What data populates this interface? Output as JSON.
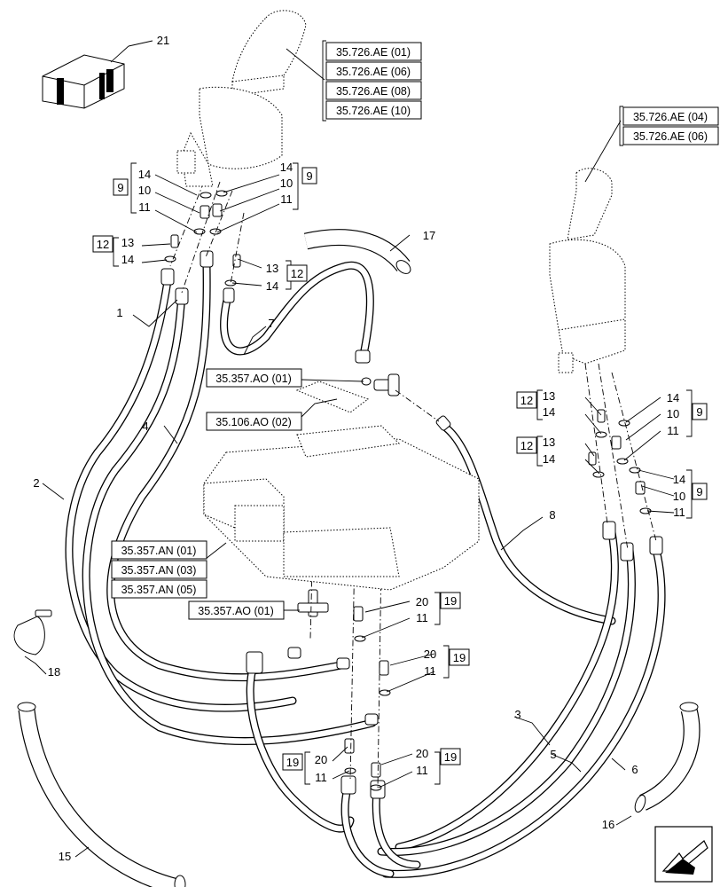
{
  "callouts": [
    {
      "id": "c21",
      "text": "21"
    },
    {
      "id": "c9a",
      "text": "9"
    },
    {
      "id": "c14a",
      "text": "14"
    },
    {
      "id": "c10a",
      "text": "10"
    },
    {
      "id": "c11a",
      "text": "11"
    },
    {
      "id": "c14b",
      "text": "14"
    },
    {
      "id": "c10b",
      "text": "10"
    },
    {
      "id": "c11b",
      "text": "11"
    },
    {
      "id": "c9b",
      "text": "9"
    },
    {
      "id": "c12a",
      "text": "12"
    },
    {
      "id": "c13a",
      "text": "13"
    },
    {
      "id": "c14c",
      "text": "14"
    },
    {
      "id": "c13b",
      "text": "13"
    },
    {
      "id": "c14d",
      "text": "14"
    },
    {
      "id": "c12b",
      "text": "12"
    },
    {
      "id": "c17",
      "text": "17"
    },
    {
      "id": "c1",
      "text": "1"
    },
    {
      "id": "c7",
      "text": "7"
    },
    {
      "id": "c4",
      "text": "4"
    },
    {
      "id": "c2",
      "text": "2"
    },
    {
      "id": "c12c",
      "text": "12"
    },
    {
      "id": "c13c",
      "text": "13"
    },
    {
      "id": "c14e",
      "text": "14"
    },
    {
      "id": "c14f",
      "text": "14"
    },
    {
      "id": "c10c",
      "text": "10"
    },
    {
      "id": "c11c",
      "text": "11"
    },
    {
      "id": "c9c",
      "text": "9"
    },
    {
      "id": "c12d",
      "text": "12"
    },
    {
      "id": "c13d",
      "text": "13"
    },
    {
      "id": "c14g",
      "text": "14"
    },
    {
      "id": "c14h",
      "text": "14"
    },
    {
      "id": "c10d",
      "text": "10"
    },
    {
      "id": "c11d",
      "text": "11"
    },
    {
      "id": "c9d",
      "text": "9"
    },
    {
      "id": "c8",
      "text": "8"
    },
    {
      "id": "c20a",
      "text": "20"
    },
    {
      "id": "c11e",
      "text": "11"
    },
    {
      "id": "c19a",
      "text": "19"
    },
    {
      "id": "c20b",
      "text": "20"
    },
    {
      "id": "c11f",
      "text": "11"
    },
    {
      "id": "c19b",
      "text": "19"
    },
    {
      "id": "c18",
      "text": "18"
    },
    {
      "id": "c3",
      "text": "3"
    },
    {
      "id": "c5",
      "text": "5"
    },
    {
      "id": "c6",
      "text": "6"
    },
    {
      "id": "c19c",
      "text": "19"
    },
    {
      "id": "c20c",
      "text": "20"
    },
    {
      "id": "c11g",
      "text": "11"
    },
    {
      "id": "c20d",
      "text": "20"
    },
    {
      "id": "c11h",
      "text": "11"
    },
    {
      "id": "c19d",
      "text": "19"
    },
    {
      "id": "c16",
      "text": "16"
    },
    {
      "id": "c15",
      "text": "15"
    }
  ],
  "references": [
    {
      "id": "r1",
      "text": "35.726.AE (01)"
    },
    {
      "id": "r2",
      "text": "35.726.AE (06)"
    },
    {
      "id": "r3",
      "text": "35.726.AE (08)"
    },
    {
      "id": "r4",
      "text": "35.726.AE (10)"
    },
    {
      "id": "r5",
      "text": "35.726.AE (04)"
    },
    {
      "id": "r6",
      "text": "35.726.AE (06)"
    },
    {
      "id": "r7",
      "text": "35.357.AO (01)"
    },
    {
      "id": "r8",
      "text": "35.106.AO (02)"
    },
    {
      "id": "r9",
      "text": "35.357.AN (01)"
    },
    {
      "id": "r10",
      "text": "35.357.AN (03)"
    },
    {
      "id": "r11",
      "text": "35.357.AN (05)"
    },
    {
      "id": "r12",
      "text": "35.357.AO (01)"
    }
  ],
  "icons": [
    "wooden-crate-icon",
    "navigation-arrow-icon"
  ]
}
